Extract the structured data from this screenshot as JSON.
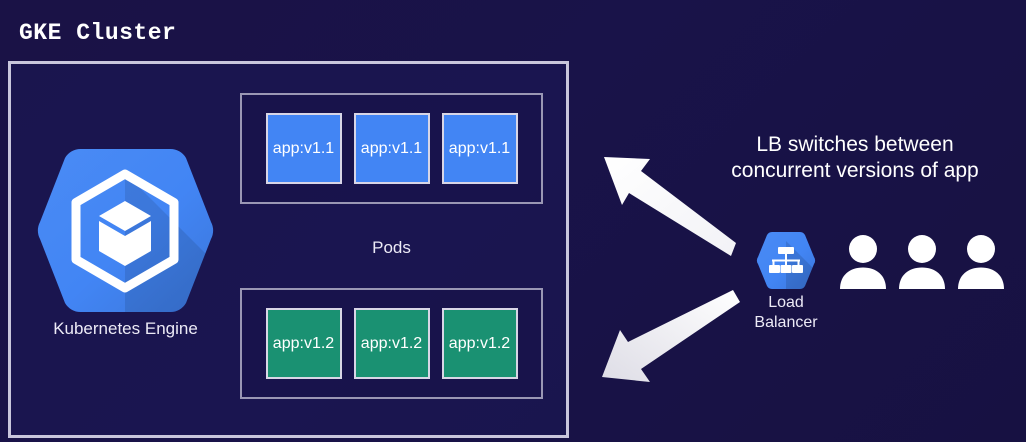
{
  "diagram": {
    "title": "GKE Cluster",
    "background_color": "#191349"
  },
  "cluster": {
    "engine": {
      "label": "Kubernetes Engine",
      "icon": "kubernetes-engine-hexagon-icon",
      "color": "#4285F4"
    },
    "pods_label": "Pods",
    "pod_groups": [
      {
        "version": "v1.1",
        "color": "#4285F4",
        "pods": [
          "app:v1.1",
          "app:v1.1",
          "app:v1.1"
        ]
      },
      {
        "version": "v1.2",
        "color": "#1A9172",
        "pods": [
          "app:v1.2",
          "app:v1.2",
          "app:v1.2"
        ]
      }
    ]
  },
  "right_panel": {
    "caption_line1": "LB switches between",
    "caption_line2": "concurrent versions of app",
    "load_balancer": {
      "label_line1": "Load",
      "label_line2": "Balancer",
      "icon": "load-balancer-hexagon-icon",
      "color": "#4285F4"
    },
    "users": {
      "count": 3,
      "icon": "user-icon",
      "color": "#FFFFFF"
    }
  },
  "arrows": [
    {
      "name": "arrow-to-v11-pods",
      "direction": "up-left",
      "color": "#FFFFFF"
    },
    {
      "name": "arrow-to-v12-pods",
      "direction": "down-left",
      "color": "#E8E8EE"
    }
  ]
}
